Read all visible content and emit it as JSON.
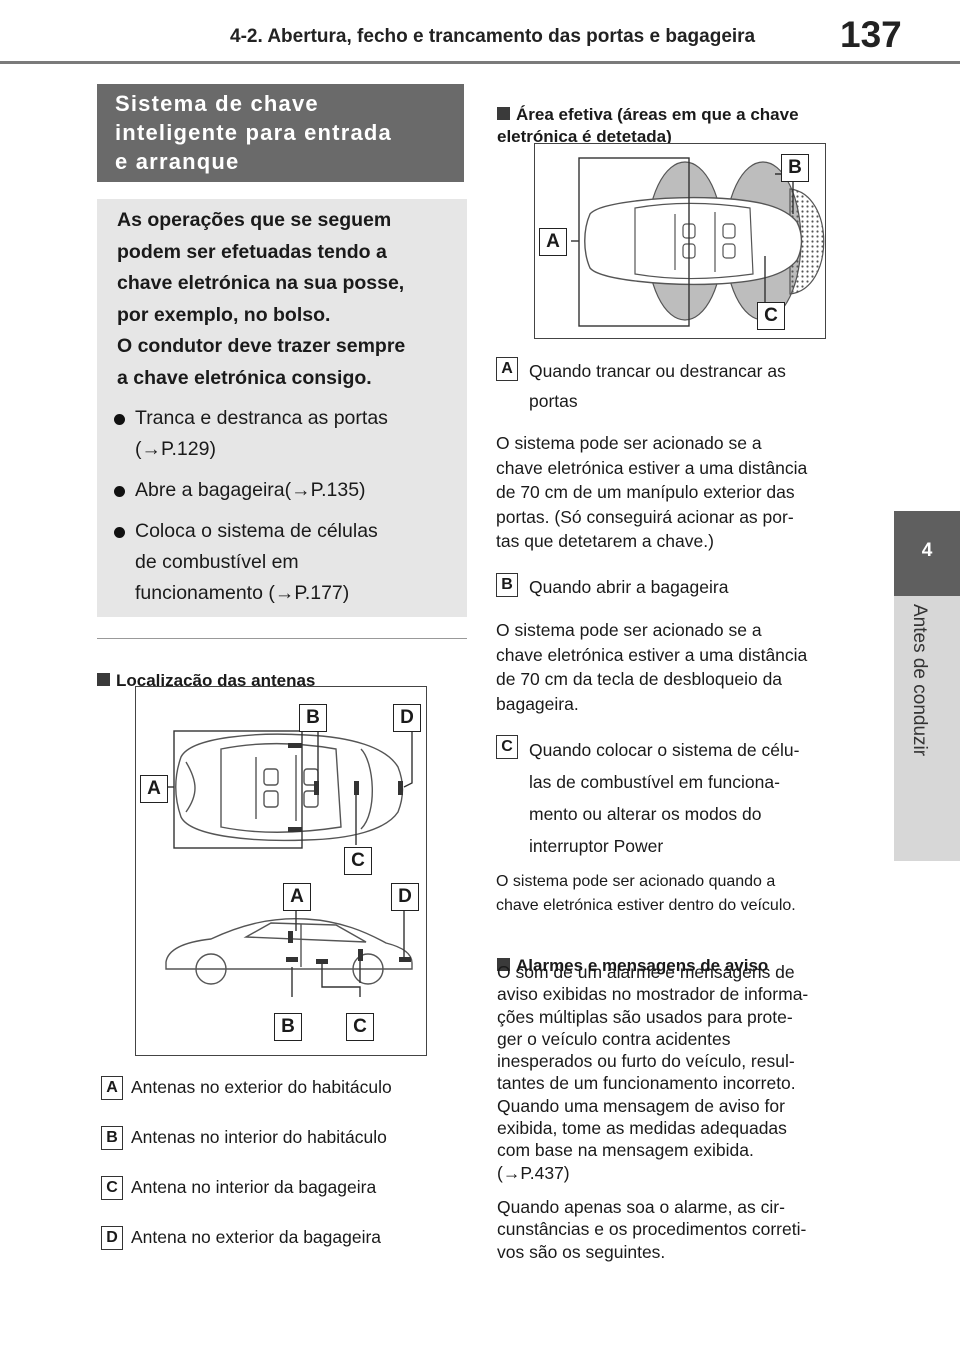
{
  "header": {
    "section_title": "4-2. Abertura, fecho e trancamento das portas e bagageira",
    "page_number": "137"
  },
  "side_tab": {
    "chapter_number": "4",
    "chapter_title": "Antes de conduzir"
  },
  "section": {
    "title": "Sistema de chave\ninteligente para entrada\ne arranque"
  },
  "intro": {
    "text": "As operações que se seguem\npodem ser efetuadas tendo a\nchave eletrónica na sua posse,\npor exemplo, no bolso.\nO condutor deve trazer sempre\na chave eletrónica consigo.",
    "bullets": [
      "Tranca e destranca as portas\n(→P.129)",
      "Abre a bagageira(→P.135)",
      "Coloca o sistema de células\nde combustível em\nfuncionamento (→P.177)"
    ]
  },
  "antennas": {
    "heading": "Localização das antenas",
    "diagram_labels": {
      "top_b": "B",
      "top_d": "D",
      "top_a": "A",
      "top_c": "C",
      "side_a": "A",
      "side_d": "D",
      "side_b": "B",
      "side_c": "C"
    },
    "legend": [
      {
        "key": "A",
        "text": "Antenas no exterior do habitáculo"
      },
      {
        "key": "B",
        "text": "Antenas no interior do habitáculo"
      },
      {
        "key": "C",
        "text": "Antena no interior da bagageira"
      },
      {
        "key": "D",
        "text": "Antena no exterior da bagageira"
      }
    ]
  },
  "effective_area": {
    "heading": "Área efetiva (áreas em que a chave\neletrónica é detetada)",
    "diagram_labels": {
      "b": "B",
      "a": "A",
      "c": "C"
    },
    "items": [
      {
        "key": "A",
        "label": "Quando trancar ou destrancar as\nportas",
        "text": "O sistema pode ser acionado se a\nchave eletrónica estiver a uma distância\nde 70 cm de um manípulo exterior das\nportas. (Só conseguirá acionar as por-\ntas que detetarem a chave.)"
      },
      {
        "key": "B",
        "label": "Quando abrir a bagageira",
        "text": "O sistema pode ser acionado se a\nchave eletrónica estiver a uma distância\nde 70 cm da tecla de desbloqueio da\nbagageira."
      },
      {
        "key": "C",
        "label": "Quando colocar o sistema de célu-\nlas de combustível em funciona-\nmento ou alterar os modos do\ninterruptor Power",
        "text": "O sistema pode ser acionado quando a\nchave eletrónica estiver dentro do veículo."
      }
    ]
  },
  "alarms": {
    "heading": "Alarmes e mensagens de aviso",
    "text1": "O som de um alarme e mensagens de\naviso exibidas no mostrador de informa-\nções múltiplas são usados para prote-\nger o veículo contra acidentes\ninesperados ou furto do veículo, resul-\ntantes de um funcionamento incorreto.\nQuando uma mensagem de aviso for\nexibida, tome as medidas adequadas\ncom base na mensagem exibida.\n(→P.437)",
    "text2": "Quando apenas soa o alarme, as cir-\ncunstâncias e os procedimentos correti-\nvos são os seguintes."
  }
}
